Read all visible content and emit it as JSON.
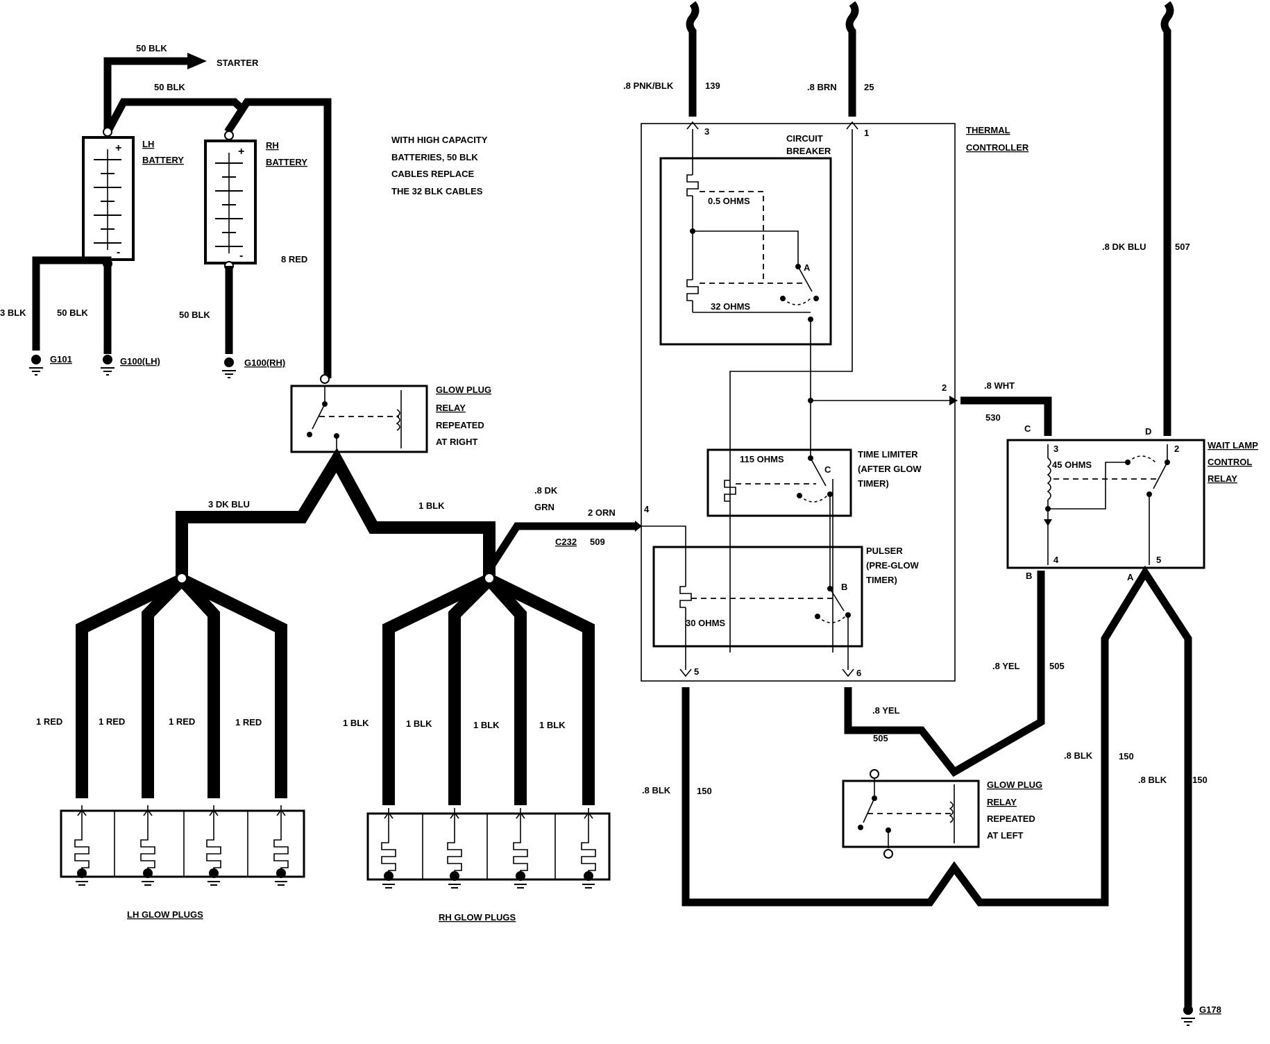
{
  "labels": {
    "starter_wire": "50 BLK",
    "starter": "STARTER",
    "battery_link_wire": "50 BLK",
    "lh_battery_1": "LH",
    "lh_battery_2": "BATTERY",
    "rh_battery_1": "RH",
    "rh_battery_2": "BATTERY",
    "note_1": "WITH HIGH CAPACITY",
    "note_2": "BATTERIES, 50 BLK",
    "note_3": "CABLES REPLACE",
    "note_4": "THE 32 BLK CABLES",
    "g101_wire": "3 BLK",
    "g100lh_wire": "50 BLK",
    "g100rh_wire": "50 BLK",
    "feed_wire": "8 RED",
    "g101": "G101",
    "g100_lh": "G100(LH)",
    "g100_rh": "G100(RH)",
    "glow_relay_1": "GLOW  PLUG",
    "glow_relay_2": "RELAY",
    "glow_relay_3": "REPEATED",
    "glow_relay_4": "AT  RIGHT",
    "lh_feed": "3 DK BLU",
    "rh_feed": "1 BLK",
    "c232_wire_1": ".8 DK",
    "c232_wire_2": "GRN",
    "c232_orn": "2 ORN",
    "c232": "C232",
    "c232_circuit": "509",
    "lh_plug_wires": [
      "1 RED",
      "1 RED",
      "1 RED",
      "1 RED"
    ],
    "rh_plug_wires": [
      "1 BLK",
      "1 BLK",
      "1 BLK",
      "1 BLK"
    ],
    "lh_glow_plugs": "LH GLOW PLUGS",
    "rh_glow_plugs": "RH GLOW PLUGS",
    "pnk_wire": ".8 PNK/BLK",
    "pnk_circuit": "139",
    "brn_wire": ".8 BRN",
    "brn_circuit": "25",
    "thermal_1": "THERMAL",
    "thermal_2": "CONTROLLER",
    "breaker_1": "CIRCUIT",
    "breaker_2": "BREAKER",
    "ohms_05": "0.5 OHMS",
    "ohms_32": "32 OHMS",
    "ohms_115": "115 OHMS",
    "ohms_30": "30 OHMS",
    "ohms_45": "45 OHMS",
    "limiter_1": "TIME LIMITER",
    "limiter_2": "(AFTER GLOW",
    "limiter_3": "TIMER)",
    "pulser_1": "PULSER",
    "pulser_2": "(PRE-GLOW",
    "pulser_3": "TIMER)",
    "pin_3": "3",
    "pin_1": "1",
    "pin_2": "2",
    "pin_4": "4",
    "pin_5": "5",
    "pin_6": "6",
    "contact_a": "A",
    "contact_b": "B",
    "contact_c": "C",
    "wht_wire": ".8 WHT",
    "wht_circuit": "530",
    "blu_wire": ".8 DK BLU",
    "blu_circuit": "507",
    "wait_1": "WAIT LAMP",
    "wait_2": "CONTROL",
    "wait_3": "RELAY",
    "wait_pin_c": "C",
    "wait_pin_d": "D",
    "wait_pin_b": "B",
    "wait_pin_a": "A",
    "wait_pin_3": "3",
    "wait_pin_2": "2",
    "wait_pin_4": "4",
    "wait_pin_5": "5",
    "yel_wire_1": ".8 YEL",
    "yel_circuit_1": "505",
    "yel_wire_2": ".8 YEL",
    "yel_circuit_2": "505",
    "blk_150_a": ".8 BLK",
    "blk_150_a_circuit": "150",
    "blk_150_b": ".8 BLK",
    "blk_150_b_circuit": "150",
    "blk_150_c": ".8 BLK",
    "blk_150_c_circuit": "150",
    "glow_relay2_1": "GLOW PLUG",
    "glow_relay2_2": "RELAY",
    "glow_relay2_3": "REPEATED",
    "glow_relay2_4": "AT LEFT",
    "g178": "G178"
  }
}
